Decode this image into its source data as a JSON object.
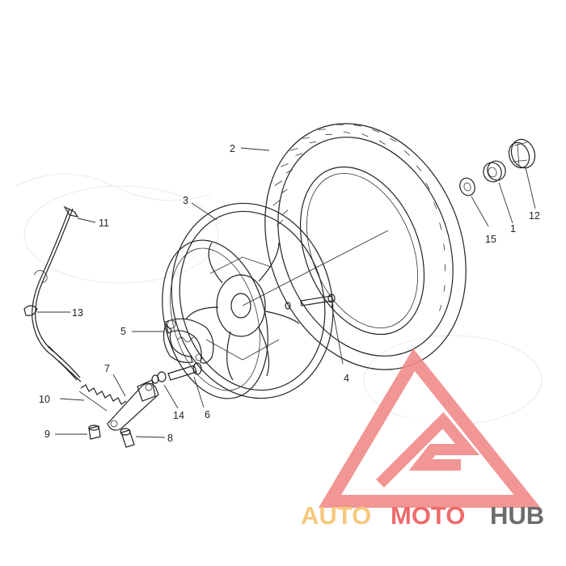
{
  "diagram": {
    "callouts": [
      {
        "id": "c1",
        "label": "1"
      },
      {
        "id": "c2",
        "label": "2"
      },
      {
        "id": "c3",
        "label": "3"
      },
      {
        "id": "c4",
        "label": "4"
      },
      {
        "id": "c5",
        "label": "5"
      },
      {
        "id": "c6",
        "label": "6"
      },
      {
        "id": "c7",
        "label": "7"
      },
      {
        "id": "c8",
        "label": "8"
      },
      {
        "id": "c9",
        "label": "9"
      },
      {
        "id": "c10",
        "label": "10"
      },
      {
        "id": "c11",
        "label": "11"
      },
      {
        "id": "c12",
        "label": "12"
      },
      {
        "id": "c13",
        "label": "13"
      },
      {
        "id": "c14",
        "label": "14"
      },
      {
        "id": "c15",
        "label": "15"
      }
    ]
  },
  "watermark": {
    "part1": "AUTO",
    "part2": "MOTO",
    "part3": "HUB",
    "colors": {
      "light": "#f6c36e",
      "accent": "#ee5a5a",
      "dark": "#5b5b5b",
      "triangle": "#f08a8a"
    }
  }
}
